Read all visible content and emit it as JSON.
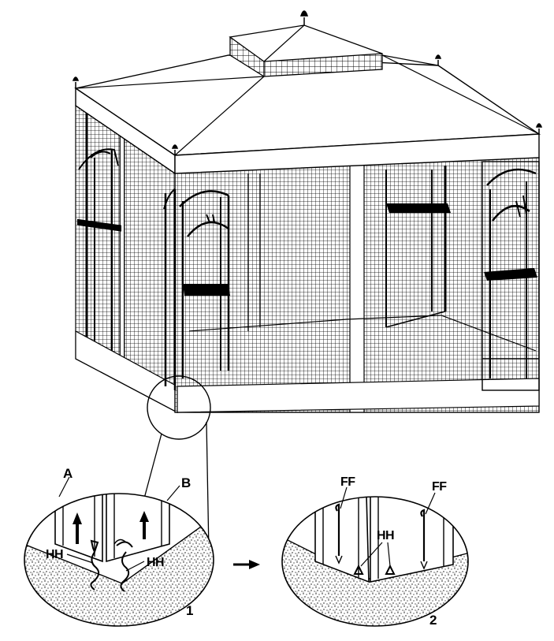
{
  "diagram": {
    "callouts": {
      "post_a": "A",
      "post_b": "B",
      "hook_left_1": "HH",
      "hook_right_1": "HH",
      "hook_2": "HH",
      "stake_left_2": "FF",
      "stake_right_2": "FF"
    },
    "step_numbers": {
      "step_1": "1",
      "step_2": "2"
    }
  },
  "colors": {
    "ink": "#000000",
    "background": "#ffffff",
    "ground": "#bdbdbd"
  }
}
